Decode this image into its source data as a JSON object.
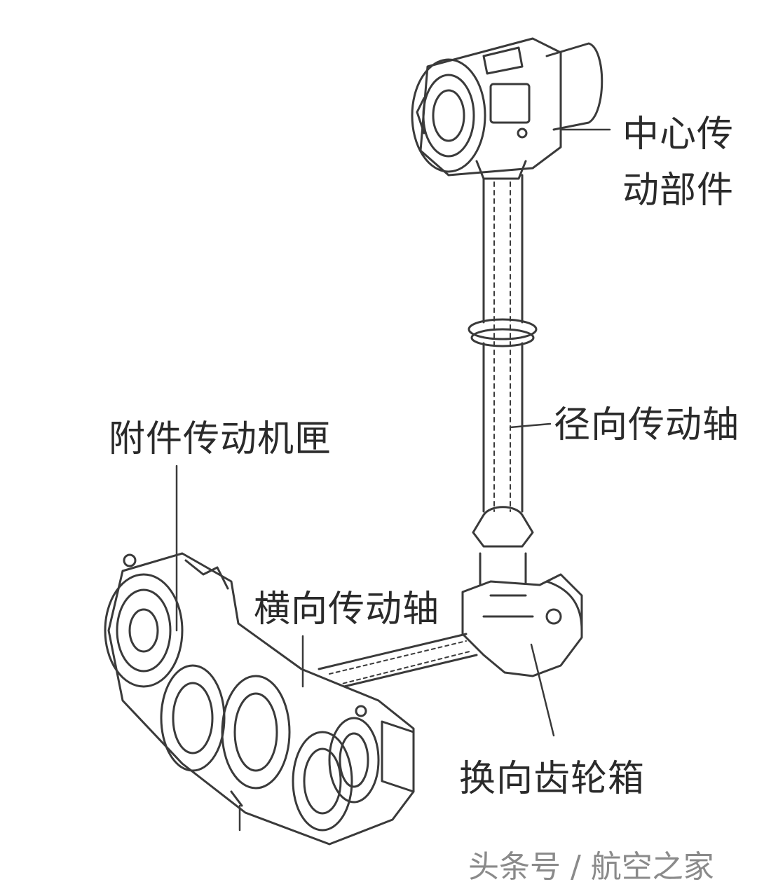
{
  "labels": {
    "central_drive": [
      "中心传",
      "动部件"
    ],
    "radial_shaft": "径向传动轴",
    "accessory_gearbox": "附件传动机匣",
    "horizontal_shaft": "横向传动轴",
    "transfer_gearbox": "换向齿轮箱"
  },
  "watermark": "头条号 / 航空之家",
  "colors": {
    "line": "#3a3a3a",
    "text": "#2a2a2a",
    "watermark": "#8a8a8a"
  }
}
